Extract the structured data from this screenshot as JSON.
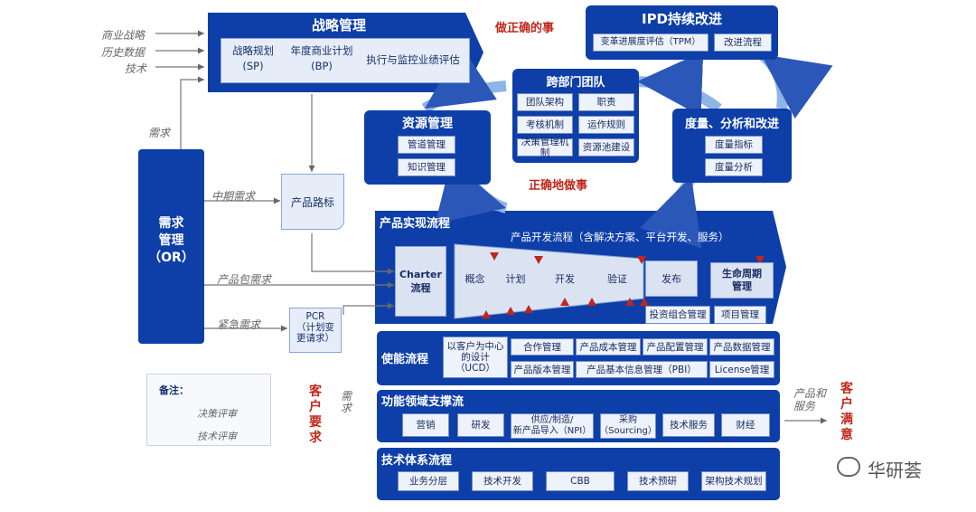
{
  "strategy": {
    "title": "战略管理",
    "items": [
      "战略规划\n(SP)",
      "年度商业计划\n(BP)",
      "执行与监控业绩评估"
    ]
  },
  "inputs": [
    "商业战略",
    "历史数据",
    "技术"
  ],
  "need_label": "需求",
  "do_right_things": "做正确的事",
  "do_things_right": "正确地做事",
  "ipd": {
    "title": "IPD持续改进",
    "items": [
      "变革进展度评估（TPM）",
      "改进流程"
    ]
  },
  "cross_team": {
    "title": "跨部门团队",
    "items": [
      "团队架构",
      "职责",
      "考核机制",
      "运作规则",
      "决策管理机制",
      "资源池建设"
    ]
  },
  "resource": {
    "title": "资源管理",
    "items": [
      "管道管理",
      "知识管理"
    ]
  },
  "measure": {
    "title": "度量、分析和改进",
    "items": [
      "度量指标",
      "度量分析"
    ]
  },
  "demand": {
    "title": "需求\n管理\n（OR）"
  },
  "mid_need": "中期需求",
  "product_package_need": "产品包需求",
  "urgent_need": "紧急需求",
  "roadmap": "产品路标",
  "pcr": "PCR\n（计划变\n更请求）",
  "realization": {
    "title": "产品实现流程",
    "subtitle": "产品开发流程（含解决方案、平台开发、服务）",
    "charter": "Charter\n流程",
    "stages": [
      "概念",
      "计划",
      "开发",
      "验证",
      "发布"
    ],
    "lifecycle": "生命周期\n管理",
    "bottom": [
      "投资组合管理",
      "项目管理"
    ]
  },
  "enable": {
    "title": "使能流程",
    "items": [
      "以客户为中心\n的设计（UCD）",
      "合作管理",
      "产品成本管理",
      "产品配置管理",
      "产品数据管理",
      "产品版本管理",
      "产品基本信息管理（PBI）",
      "License管理"
    ]
  },
  "support": {
    "title": "功能领域支撑流",
    "items": [
      "营销",
      "研发",
      "供应/制造/\n新产品导入（NPI）",
      "采购\n（Sourcing）",
      "技术服务",
      "财经"
    ]
  },
  "tech": {
    "title": "技术体系流程",
    "items": [
      "业务分层",
      "技术开发",
      "CBB",
      "技术预研",
      "架构技术规划"
    ]
  },
  "customer_need": "客\n户\n要\n求",
  "need_small": "需\n求",
  "product_service": "产品和\n服务",
  "customer_satisfaction": "客\n户\n满\n意",
  "legend": {
    "title": "备注：",
    "items": [
      "决策评审",
      "技术评审"
    ]
  },
  "brand": "华研荟",
  "colors": {
    "blue": "#0e3fa8",
    "red": "#c0261b",
    "pale": "#e7edf8"
  }
}
